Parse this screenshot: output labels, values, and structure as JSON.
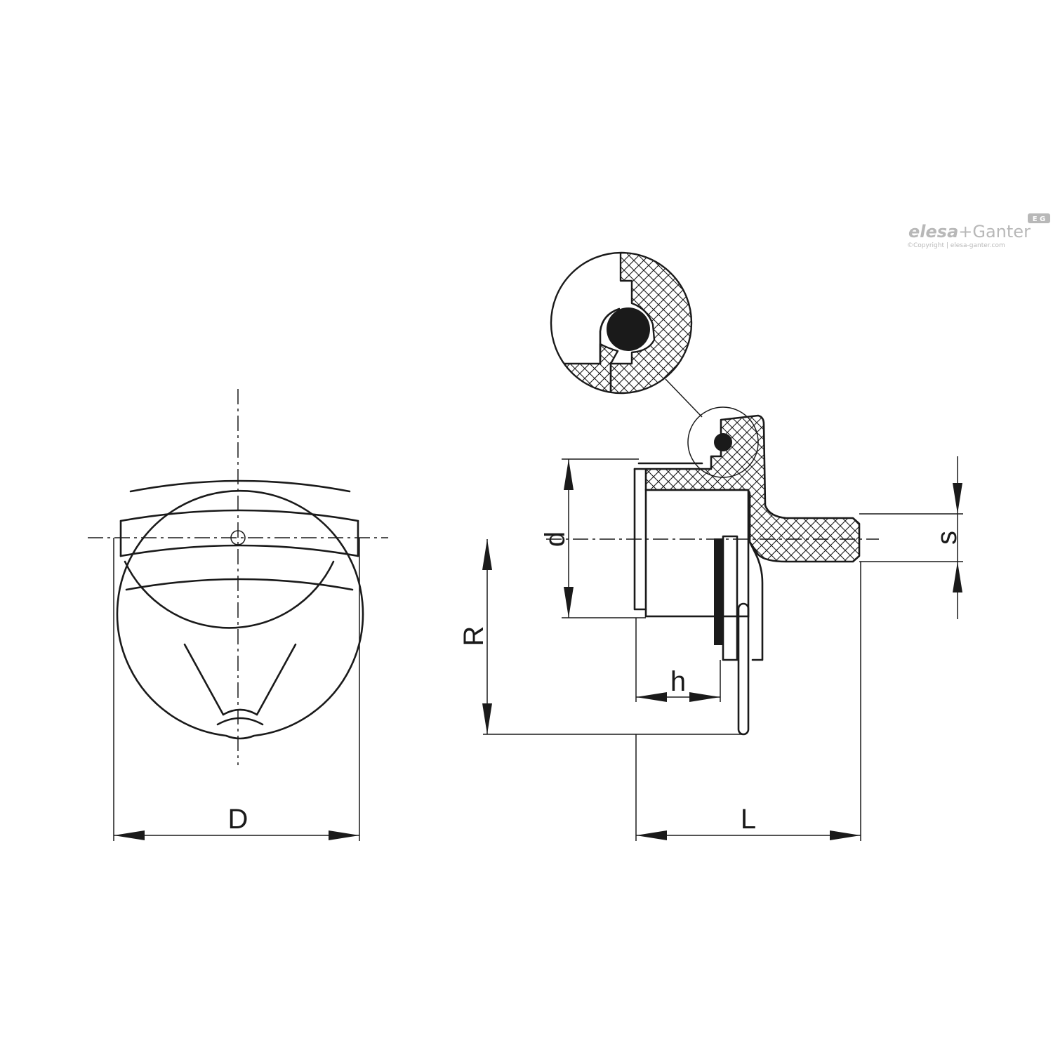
{
  "logo": {
    "brand_left": "elesa",
    "plus": "+",
    "brand_right": "Ganter",
    "copyright": "©Copyright | elesa-ganter.com",
    "color": "#b8b8b8"
  },
  "dimensions": {
    "D": "D",
    "L": "L",
    "d": "d",
    "R": "R",
    "h": "h",
    "s": "s"
  },
  "colors": {
    "line": "#1a1a1a",
    "background": "#ffffff"
  }
}
